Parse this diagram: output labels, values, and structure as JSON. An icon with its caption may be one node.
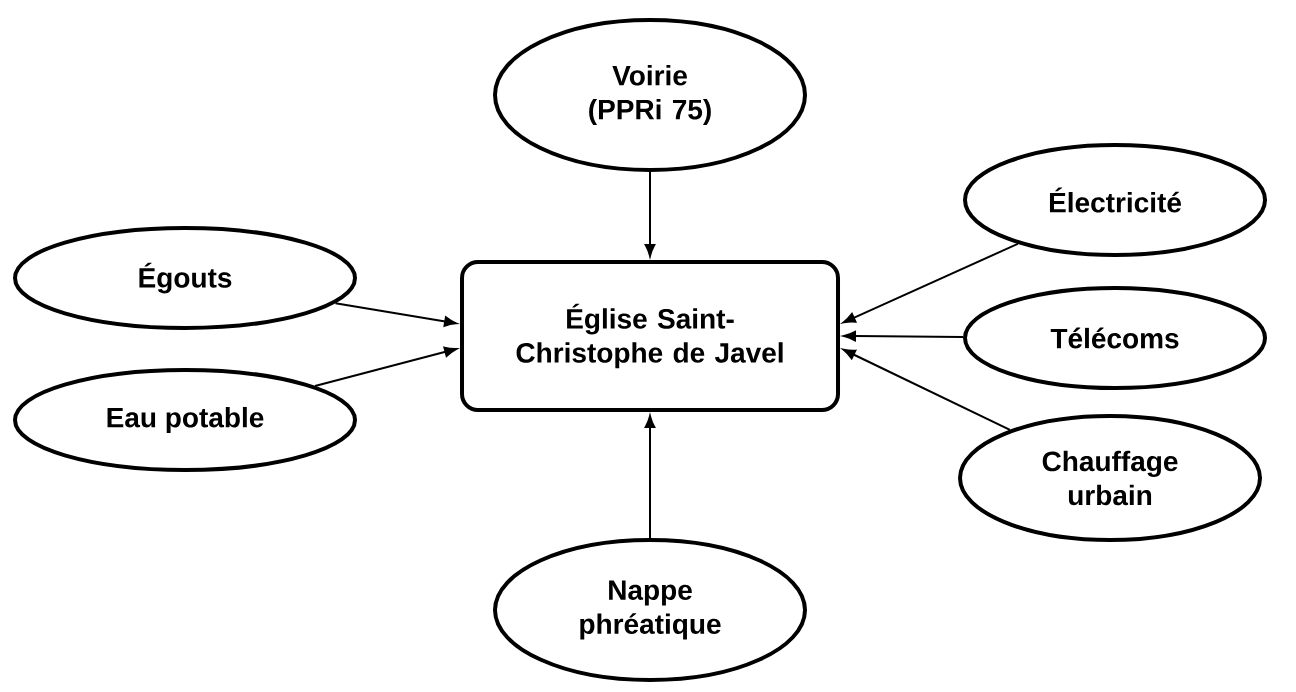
{
  "diagram": {
    "nodes": [
      {
        "text": [
          "Église Saint-Christophe de Javel"
        ]
      },
      {
        "text": [
          "Voirie (PPRi 75)"
        ]
      },
      {
        "text": [
          "Égouts"
        ]
      },
      {
        "text": [
          "Eau potable"
        ]
      },
      {
        "text": [
          "Électricité"
        ]
      },
      {
        "text": [
          "Télécoms"
        ]
      },
      {
        "text": [
          "Chauffage urbain"
        ]
      },
      {
        "text": [
          "Nappe phréatique"
        ]
      }
    ],
    "edges": [
      {
        "from": 1,
        "to": 0,
        "arrow": "to"
      },
      {
        "from": 2,
        "to": 0,
        "arrow": "to"
      },
      {
        "from": 3,
        "to": 0,
        "arrow": "to"
      },
      {
        "from": 4,
        "to": 0,
        "arrow": "to"
      },
      {
        "from": 5,
        "to": 0,
        "arrow": "to"
      },
      {
        "from": 6,
        "to": 0,
        "arrow": "to"
      },
      {
        "from": 7,
        "to": 0,
        "arrow": "to"
      }
    ]
  }
}
